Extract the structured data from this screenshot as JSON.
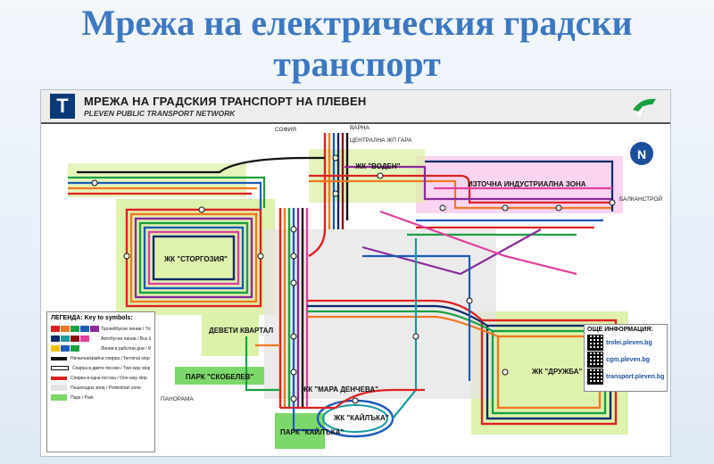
{
  "slide": {
    "title_line1": "Мрежа на електрическия градски",
    "title_line2": "транспорт"
  },
  "map": {
    "header_title": "МРЕЖА НА ГРАДСКИЯ ТРАНСПОРТ НА ПЛЕВЕН",
    "header_subtitle": "PLEVEN PUBLIC TRANSPORT NETWORK",
    "logo_letter": "T",
    "north": "N",
    "labels": {
      "storgozia": "ЖК \"СТОРГОЗИЯ\"",
      "voden": "ЖК \"ВОДЕН\"",
      "east_zone": "ИЗТОЧНА ИНДУСТРИАЛНА ЗОНА",
      "druzhba": "ЖК \"ДРУЖБА\"",
      "mara": "ЖК \"МАРА ДЕНЧЕВА\"",
      "kaylaka": "ЖК \"КАЙЛЪКА\"",
      "deveti": "ДЕВЕТИ КВАРТАЛ",
      "park_skobelev": "ПАРК \"СКОБЕЛЕВ\"",
      "park_kaylaka": "ПАРК \"КАЙЛЪКА\"",
      "sofia": "СОФИЯ",
      "varna": "ВАРНА",
      "station": "ЦЕНТРАЛНА ЖП ГАРА",
      "balkanstroy": "БАЛКАНСТРОЙ",
      "panorama": "ПАНОРАМА"
    },
    "colors": {
      "red": "#e02020",
      "orange": "#f07820",
      "green": "#1aa040",
      "blue": "#1c5bb8",
      "purple": "#8a2a9a",
      "pink": "#e040a0",
      "yellow": "#f0c000",
      "navy": "#102a6a",
      "teal": "#1a9aa0",
      "darkred": "#8a1010",
      "black": "#111111",
      "zone_green": "#d8f0a0",
      "zone_pink": "#f8d0f0"
    }
  },
  "legend": {
    "title": "ЛЕГЕНДА: Key to symbols:",
    "rows": [
      {
        "text": "Тролейбусни линии / Trolleybus lines"
      },
      {
        "text": "Автобусни линии / Bus lines"
      },
      {
        "text": "Линии в работни дни / Working days lines"
      },
      {
        "text": "Начална/крайна спирка / Terminal stop"
      },
      {
        "text": "Спирка в двете посоки / Two-way stop"
      },
      {
        "text": "Спирка в една посока / One-way stop"
      },
      {
        "text": "Пешеходна зона / Pedestrian zone"
      },
      {
        "text": "Парк / Park"
      }
    ]
  },
  "info": {
    "title": "ОЩЕ ИНФОРМАЦИЯ:",
    "urls": [
      "trolei.pleven.bg",
      "cgm.pleven.bg",
      "transport.pleven.bg"
    ]
  }
}
